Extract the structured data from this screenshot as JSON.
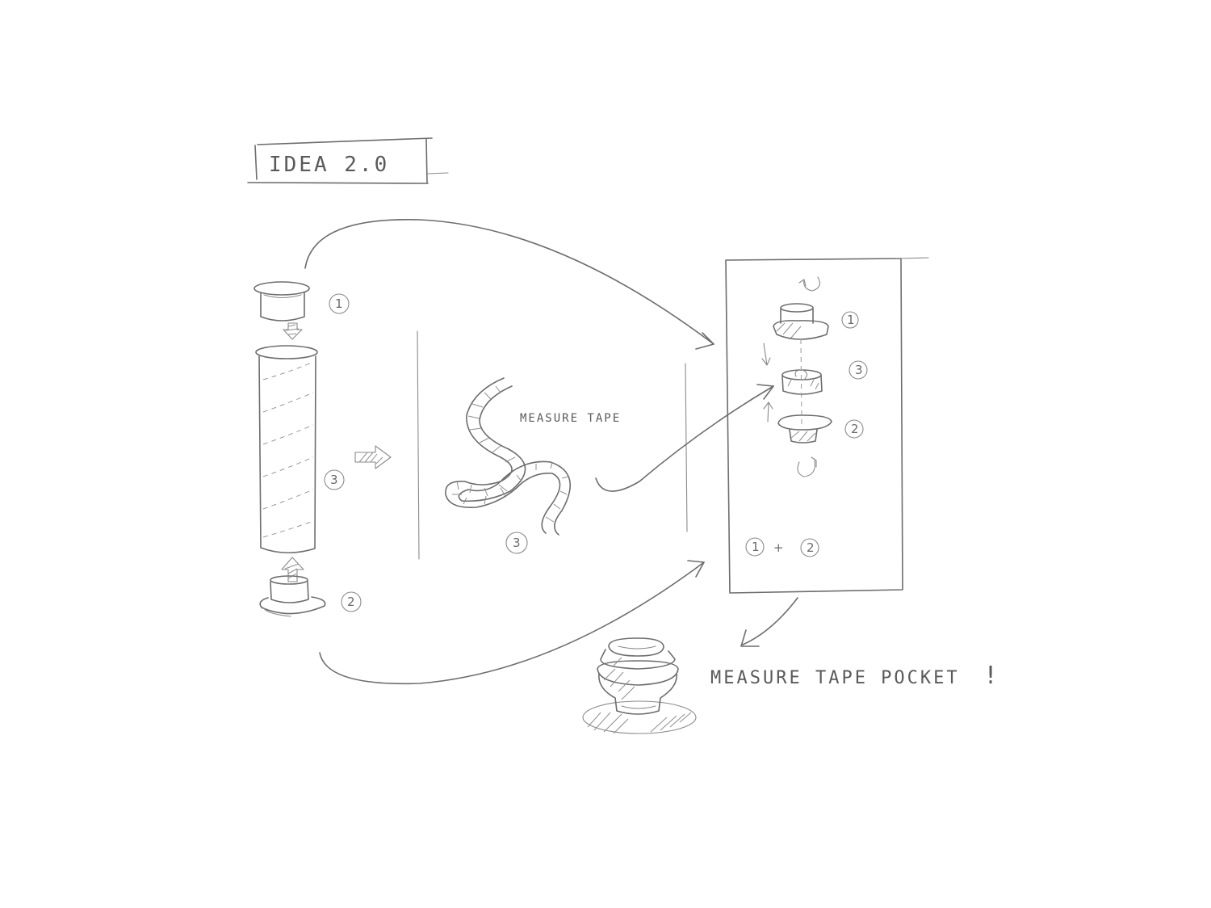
{
  "title": "IDEA   2.0",
  "labels": {
    "measure_tape": "MEASURE TAPE",
    "measure_tape_pocket": "MEASURE TAPE POCKET",
    "exclaim": "!",
    "combo": "+"
  },
  "part_numbers": {
    "lid": "1",
    "base": "2",
    "tube": "3",
    "tape": "3",
    "stack_top": "1",
    "stack_middle": "3",
    "stack_bottom": "2",
    "combo_left": "1",
    "combo_right": "2"
  },
  "colors": {
    "ink": "#6d6d6d",
    "paper": "#ffffff"
  }
}
